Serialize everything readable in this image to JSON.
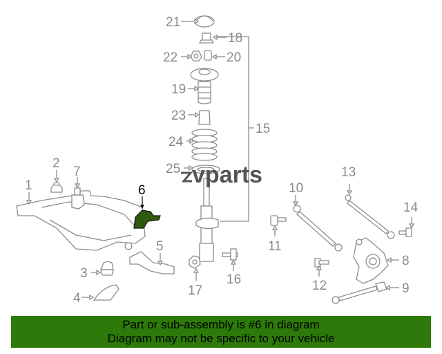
{
  "callouts": {
    "c1": "1",
    "c2": "2",
    "c3": "3",
    "c4": "4",
    "c5": "5",
    "c6": "6",
    "c7": "7",
    "c8": "8",
    "c9": "9",
    "c10": "10",
    "c11": "11",
    "c12": "12",
    "c13": "13",
    "c14": "14",
    "c15": "15",
    "c16": "16",
    "c17": "17",
    "c18": "18",
    "c19": "19",
    "c20": "20",
    "c21": "21",
    "c22": "22",
    "c23": "23",
    "c24": "24",
    "c25": "25"
  },
  "highlight_color": "#2d5a0e",
  "watermark": "vparts",
  "banner": {
    "line1": "Part or sub-assembly is #6 in diagram",
    "line2": "Diagram may not be specific to your vehicle",
    "color": "#2d7a0a"
  }
}
